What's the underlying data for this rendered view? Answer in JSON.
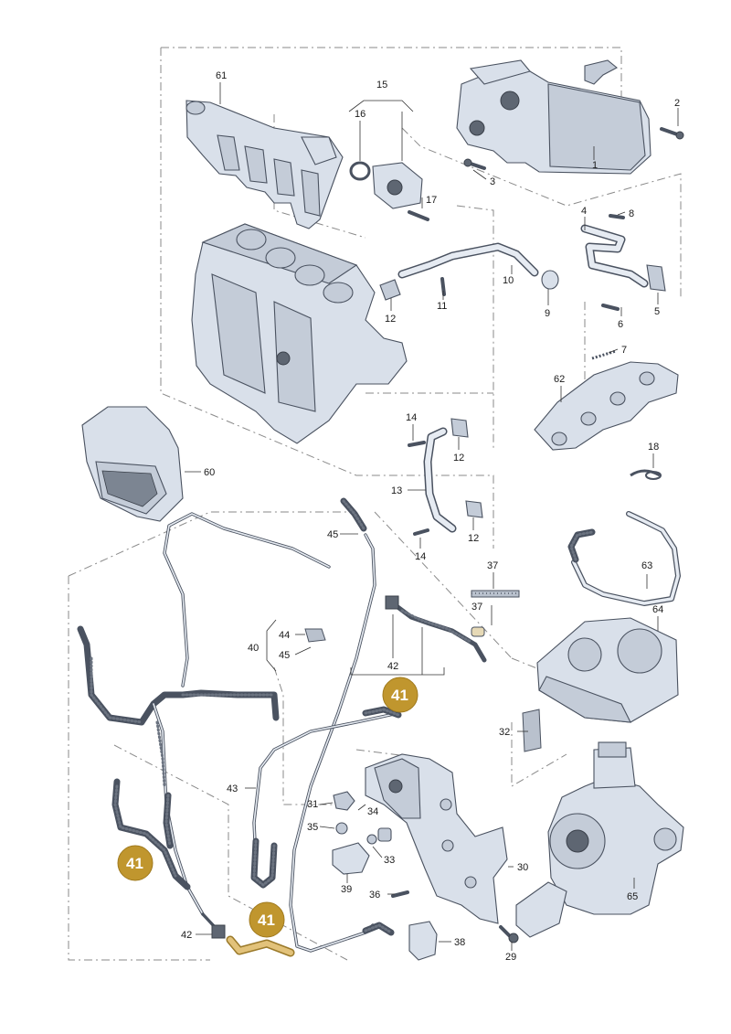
{
  "labels": {
    "l1": "1",
    "l2": "2",
    "l3": "3",
    "l4": "4",
    "l5": "5",
    "l6": "6",
    "l7": "7",
    "l8": "8",
    "l9": "9",
    "l10": "10",
    "l11": "11",
    "l12a": "12",
    "l12b": "12",
    "l12c": "12",
    "l13": "13",
    "l14a": "14",
    "l14b": "14",
    "l15": "15",
    "l16": "16",
    "l17": "17",
    "l18": "18",
    "l29": "29",
    "l30": "30",
    "l31": "31",
    "l32": "32",
    "l33": "33",
    "l34": "34",
    "l35": "35",
    "l36": "36",
    "l37a": "37",
    "l37b": "37",
    "l38": "38",
    "l39": "39",
    "l40": "40",
    "l42a": "42",
    "l42b": "42",
    "l43": "43",
    "l44": "44",
    "l45a": "45",
    "l45b": "45",
    "l60": "60",
    "l61": "61",
    "l62": "62",
    "l63": "63",
    "l64": "64",
    "l65": "65"
  },
  "badges": {
    "b1": "41",
    "b2": "41",
    "b3": "41"
  },
  "colors": {
    "badge": "#c0962e",
    "highlight": "#e2c27a",
    "line": "#4a5260",
    "part": "#d9e0ea"
  }
}
